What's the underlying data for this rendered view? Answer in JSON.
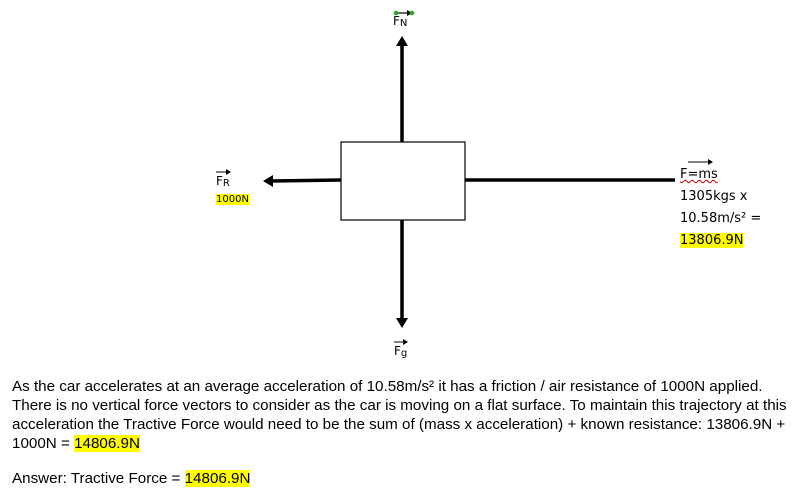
{
  "diagram": {
    "forces": {
      "normal": {
        "symbol": "F",
        "subscript": "N"
      },
      "resistance": {
        "symbol": "F",
        "subscript": "R",
        "value": "1000N"
      },
      "gravity": {
        "symbol": "F",
        "subscript": "g"
      },
      "applied": {
        "formula": "F=ms",
        "line1": "1305kgs x",
        "line2": "10.58m/s² =",
        "result": "13806.9N"
      }
    },
    "colors": {
      "highlight": "#ffff00",
      "handle": "#22aa22"
    }
  },
  "text": {
    "paragraph_main": "As the car accelerates at an average acceleration of 10.58m/s² it has a friction / air resistance of 1000N applied. There is no vertical force vectors to consider as the car is moving on a flat surface. To maintain this trajectory at this acceleration the Tractive Force would need to be the sum of (mass x acceleration) + known resistance: 13806.9N + 1000N = ",
    "paragraph_result": "14806.9N",
    "answer_label": "Answer: Tractive Force = ",
    "answer_value": "14806.9N"
  }
}
